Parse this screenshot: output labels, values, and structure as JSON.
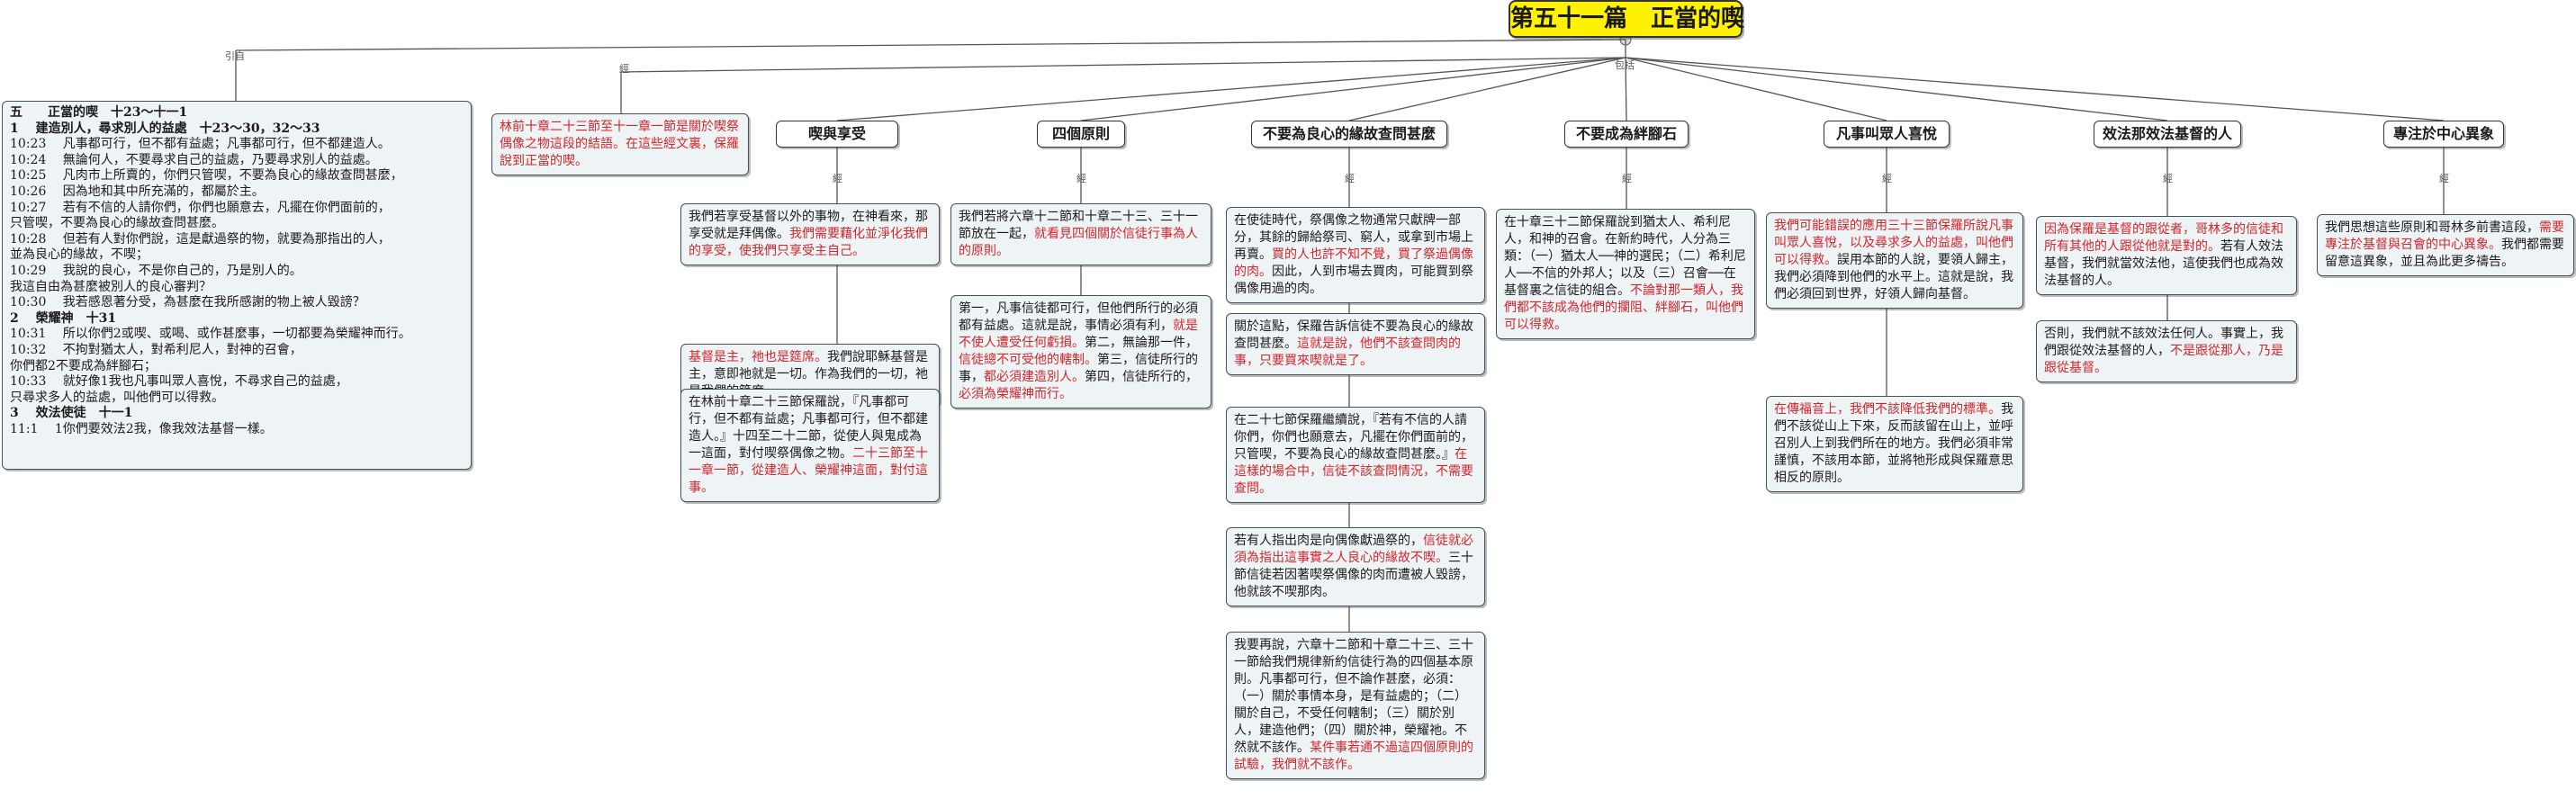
{
  "root_title": "第五十一篇　正當的喫",
  "link_labels": {
    "left": "引自",
    "mid": "經",
    "right": "包括",
    "sub": "經"
  },
  "outline": [
    {
      "text": "五　　正當的喫　十23～十一1",
      "bold": true
    },
    {
      "text": "1　 建造別人，尋求別人的益處　十23～30，32～33",
      "bold": true
    },
    {
      "text": "10:23　 凡事都可行，但不都有益處；凡事都可行，但不都建造人。"
    },
    {
      "text": "10:24　 無論何人，不要尋求自己的益處，乃要尋求別人的益處。"
    },
    {
      "text": "10:25　 凡肉市上所賣的，你們只管喫，不要為良心的緣故查問甚麼，"
    },
    {
      "text": "10:26　 因為地和其中所充滿的，都屬於主。"
    },
    {
      "text": "10:27　 若有不信的人請你們，你們也願意去，凡擺在你們面前的，"
    },
    {
      "text": "只管喫，不要為良心的緣故查問甚麼。"
    },
    {
      "text": "10:28　 但若有人對你們說，這是獻過祭的物，就要為那指出的人，"
    },
    {
      "text": "並為良心的緣故，不喫；"
    },
    {
      "text": "10:29　 我說的良心，不是你自己的，乃是別人的。"
    },
    {
      "text": "我這自由為甚麼被別人的良心審判？"
    },
    {
      "text": "10:30　 我若感恩著分受，為甚麼在我所感謝的物上被人毀謗？"
    },
    {
      "text": "2　 榮耀神　十31",
      "bold": true
    },
    {
      "text": "10:31　 所以你們2或喫、或喝、或作甚麼事，一切都要為榮耀神而行。"
    },
    {
      "text": "10:32　 不拘對猶太人，對希利尼人，對神的召會，"
    },
    {
      "text": "你們都2不要成為絆腳石；"
    },
    {
      "text": "10:33　 就好像1我也凡事叫眾人喜悅，不尋求自己的益處，"
    },
    {
      "text": "只尋求多人的益處，叫他們可以得救。"
    },
    {
      "text": "3　 效法使徒　十一1",
      "bold": true
    },
    {
      "text": "11:1　 1你們要效法2我，像我效法基督一樣。"
    }
  ],
  "intro_note": "林前十章二十三節至十一章一節是關於喫祭偶像之物這段的結語。在這些經文裏，保羅說到正當的喫。",
  "topics": [
    {
      "header": "喫與享受",
      "notes": [
        [
          {
            "t": "我們若享受基督以外的事物，在神看來，那享受就是拜偶像。",
            "c": "d"
          },
          {
            "t": "我們需要藉化並淨化我們的享受，使我們只享受主自己。",
            "c": "r"
          }
        ],
        [
          {
            "t": "基督是主，祂也是筵席。",
            "c": "r"
          },
          {
            "t": "我們說耶穌基督是主，意即祂就是一切。作為我們的一切，祂是我們的筵席。",
            "c": "d"
          }
        ],
        [
          {
            "t": "在林前十章二十三節保羅說，『凡事都可行，但不都有益處；凡事都可行，但不都建造人。』十四至二十二節，從使人與鬼成為一這面，對付喫祭偶像之物。",
            "c": "d"
          },
          {
            "t": "二十三節至十一章一節，從建造人、榮耀神這面，對付這事。",
            "c": "r"
          }
        ]
      ]
    },
    {
      "header": "四個原則",
      "notes": [
        [
          {
            "t": "我們若將六章十二節和十章二十三、三十一節放在一起，",
            "c": "d"
          },
          {
            "t": "就看見四個關於信徒行事為人的原則。",
            "c": "r"
          }
        ],
        [
          {
            "t": "第一，凡事信徒都可行，但他們所行的必須都有益處。這就是說，事情必須有利，",
            "c": "d"
          },
          {
            "t": "就是不使人遭受任何虧損。",
            "c": "r"
          },
          {
            "t": "第二，無論那一件，",
            "c": "d"
          },
          {
            "t": "信徒總不可受他的轄制。",
            "c": "r"
          },
          {
            "t": "第三，信徒所行的事，",
            "c": "d"
          },
          {
            "t": "都必須建造別人。",
            "c": "r"
          },
          {
            "t": "第四，信徒所行的，",
            "c": "d"
          },
          {
            "t": "必須為榮耀神而行。",
            "c": "r"
          }
        ]
      ]
    },
    {
      "header": "不要為良心的緣故查問甚麼",
      "notes": [
        [
          {
            "t": "在使徒時代，祭偶像之物通常只獻牌一部分，其餘的歸給祭司、窮人，或拿到市場上再賣。",
            "c": "d"
          },
          {
            "t": "買的人也許不知不覺，買了祭過偶像的肉。",
            "c": "r"
          },
          {
            "t": "因此，人到市場去買肉，可能買到祭偶像用過的肉。",
            "c": "d"
          }
        ],
        [
          {
            "t": "關於這點，保羅告訴信徒不要為良心的緣故查問甚麼。",
            "c": "d"
          },
          {
            "t": "這就是說，他們不該查問肉的事，只要買來喫就是了。",
            "c": "r"
          }
        ],
        [
          {
            "t": "在二十七節保羅繼續說，『若有不信的人請你們，你們也願意去，凡擺在你們面前的，只管喫，不要為良心的緣故查問甚麼。』",
            "c": "d"
          },
          {
            "t": "在這樣的場合中，信徒不該查問情況，不需要查問。",
            "c": "r"
          }
        ],
        [
          {
            "t": "若有人指出肉是向偶像獻過祭的，",
            "c": "d"
          },
          {
            "t": "信徒就必須為指出這事實之人良心的緣故不喫。",
            "c": "r"
          },
          {
            "t": "三十節信徒若因著喫祭偶像的肉而遭被人毀謗，他就該不喫那肉。",
            "c": "d"
          }
        ],
        [
          {
            "t": "我要再說，六章十二節和十章二十三、三十一節給我們規律新約信徒行為的四個基本原則。凡事都可行，但不論作甚麼，必須：（一）關於事情本身，是有益處的；（二）關於自己，不受任何轄制；（三）關於別人，建造他們；（四）關於神，榮耀祂。不然就不該作。",
            "c": "d"
          },
          {
            "t": "某件事若通不過這四個原則的試驗，我們就不該作。",
            "c": "r"
          }
        ]
      ]
    },
    {
      "header": "不要成為絆腳石",
      "notes": [
        [
          {
            "t": "在十章三十二節保羅說到猶太人、希利尼人，和神的召會。在新約時代，人分為三類：（一）猶太人──神的選民；（二）希利尼人──不信的外邦人；以及（三）召會──在基督裏之信徒的組合。",
            "c": "d"
          },
          {
            "t": "不論對那一類人，我們都不該成為他們的攔阻、絆腳石，叫他們可以得救。",
            "c": "r"
          }
        ]
      ]
    },
    {
      "header": "凡事叫眾人喜悅",
      "notes": [
        [
          {
            "t": "我們可能錯誤的應用三十三節保羅所說凡事叫眾人喜悅，以及尋求多人的益處，叫他們可以得救。",
            "c": "r"
          },
          {
            "t": "誤用本節的人說，要領人歸主，我們必須降到他們的水平上。這就是說，我們必須回到世界，好領人歸向基督。",
            "c": "d"
          }
        ],
        [
          {
            "t": "在傳福音上，我們不該降低我們的標準。",
            "c": "r"
          },
          {
            "t": "我們不該從山上下來，反而該留在山上，並呼召別人上到我們所在的地方。我們必須非常謹慎，不該用本節，並將牠形成與保羅意思相反的原則。",
            "c": "d"
          }
        ]
      ]
    },
    {
      "header": "效法那效法基督的人",
      "notes": [
        [
          {
            "t": "因為保羅是基督的跟從者，哥林多的信徒和所有其他的人跟從他就是對的。",
            "c": "r"
          },
          {
            "t": "若有人效法基督，我們就當效法他，這使我們也成為效法基督的人。",
            "c": "d"
          }
        ],
        [
          {
            "t": "否則，我們就不該效法任何人。事實上，我們跟從效法基督的人，",
            "c": "d"
          },
          {
            "t": "不是跟從那人，乃是跟從基督。",
            "c": "r"
          }
        ]
      ]
    },
    {
      "header": "專注於中心異象",
      "notes": [
        [
          {
            "t": "我們思想這些原則和哥林多前書這段，",
            "c": "d"
          },
          {
            "t": "需要專注於基督與召會的中心異象。",
            "c": "r"
          },
          {
            "t": "我們都需要留意這異象，並且為此更多禱告。",
            "c": "d"
          }
        ]
      ]
    }
  ]
}
